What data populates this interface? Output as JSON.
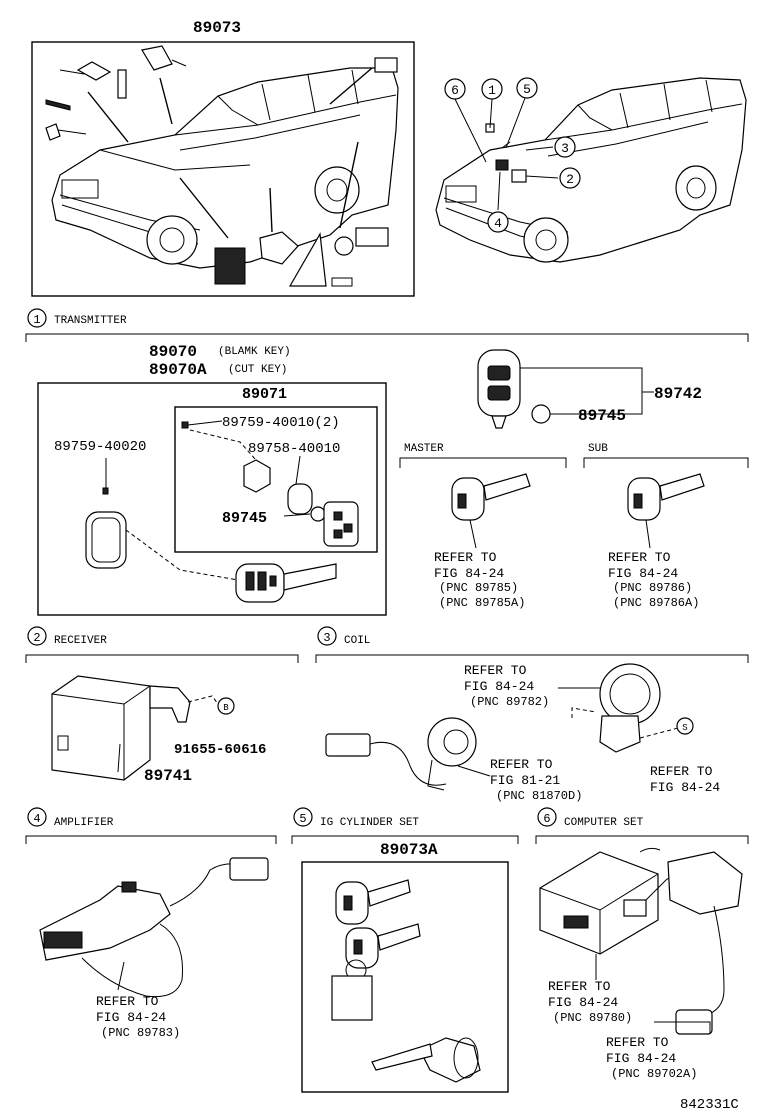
{
  "header_part": "89073",
  "sections": [
    {
      "num": "1",
      "title": "TRANSMITTER"
    },
    {
      "num": "2",
      "title": "RECEIVER"
    },
    {
      "num": "3",
      "title": "COIL"
    },
    {
      "num": "4",
      "title": "AMPLIFIER"
    },
    {
      "num": "5",
      "title": "IG CYLINDER SET"
    },
    {
      "num": "6",
      "title": "COMPUTER SET"
    }
  ],
  "vehicle_callouts": [
    "6",
    "1",
    "5",
    "3",
    "2",
    "4"
  ],
  "transmitter": {
    "key_blank": "89070",
    "key_blank_note": "(BLAMK KEY)",
    "key_cut": "89070A",
    "key_cut_note": "(CUT KEY)",
    "sub_assy": "89071",
    "screw_qty": "89759-40010(2)",
    "case": "89758-40010",
    "battery": "89745",
    "screw": "89759-40020",
    "remote": "89742",
    "remote_battery": "89745",
    "master_label": "MASTER",
    "sub_label": "SUB",
    "master_ref": [
      "REFER TO",
      "FIG 84-24",
      "(PNC 89785)",
      "(PNC 89785A)"
    ],
    "sub_ref": [
      "REFER TO",
      "FIG 84-24",
      "(PNC 89786)",
      "(PNC 89786A)"
    ]
  },
  "receiver": {
    "bolt_part": "91655-60616",
    "part": "89741",
    "bolt_callout": "B"
  },
  "coil": {
    "ref_top": [
      "REFER TO",
      "FIG 84-24",
      "(PNC 89782)"
    ],
    "ref_mid": [
      "REFER TO",
      "FIG 81-21",
      "(PNC 81870D)"
    ],
    "ref_right": [
      "REFER TO",
      "FIG 84-24"
    ],
    "callout": "S"
  },
  "amplifier": {
    "ref": [
      "REFER TO",
      "FIG 84-24",
      "(PNC 89783)"
    ]
  },
  "cylinder": {
    "part": "89073A"
  },
  "computer": {
    "ref_a": [
      "REFER TO",
      "FIG 84-24",
      "(PNC 89780)"
    ],
    "ref_b": [
      "REFER TO",
      "FIG 84-24",
      "(PNC 89702A)"
    ]
  },
  "figure_id": "842331C"
}
